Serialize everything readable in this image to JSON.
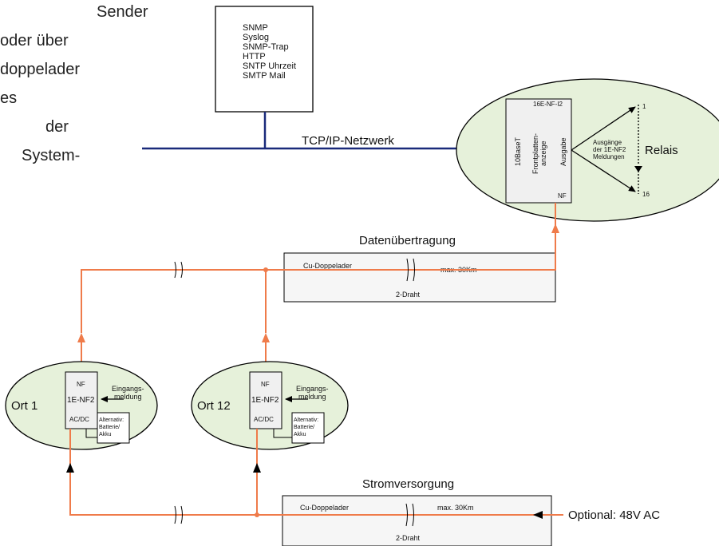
{
  "intro_lines": [
    "Sender",
    "oder über",
    "doppelader",
    "es",
    "der",
    "System-"
  ],
  "snmp_services": [
    "SNMP",
    "Syslog",
    "SNMP-Trap",
    "HTTP",
    "SNTP Uhrzeit",
    "SMTP Mail"
  ],
  "network_label": "TCP/IP-Netzwerk",
  "central_unit": {
    "model": "16E-NF-I2",
    "port_10baset": "10BaseT",
    "display_line1": "Frontplatten-",
    "display_line2": "anzeige",
    "output_label": "Ausgabe",
    "nf_label": "NF"
  },
  "outputs_caption": [
    "Ausgänge",
    "der 1E-NF2",
    "Meldungen"
  ],
  "relay": {
    "label": "Relais",
    "first": "1",
    "last": "16"
  },
  "data_line": {
    "title": "Datenübertragung",
    "cable": "Cu-Doppelader",
    "distance": "max. 30Km",
    "wires": "2-Draht"
  },
  "power_line": {
    "title": "Stromversorgung",
    "cable": "Cu-Doppelader",
    "distance": "max. 30Km",
    "wires": "2-Draht",
    "optional_supply": "Optional: 48V AC"
  },
  "sites": [
    {
      "name": "Ort 1",
      "nf": "NF",
      "device": "1E-NF2",
      "power": "AC/DC",
      "input": [
        "Eingangs-",
        "meldung"
      ],
      "alternative": [
        "Alternativ:",
        "Batterie/",
        "Akku"
      ]
    },
    {
      "name": "Ort 12",
      "nf": "NF",
      "device": "1E-NF2",
      "power": "AC/DC",
      "input": [
        "Eingangs-",
        "meldung"
      ],
      "alternative": [
        "Alternativ:",
        "Batterie/",
        "Akku"
      ]
    }
  ],
  "colors": {
    "network": "#1a2a7a",
    "line": "#ef7b4a",
    "ellipse": "#e6f1da",
    "device": "#f0f0f0",
    "box": "#f6f6f6"
  }
}
